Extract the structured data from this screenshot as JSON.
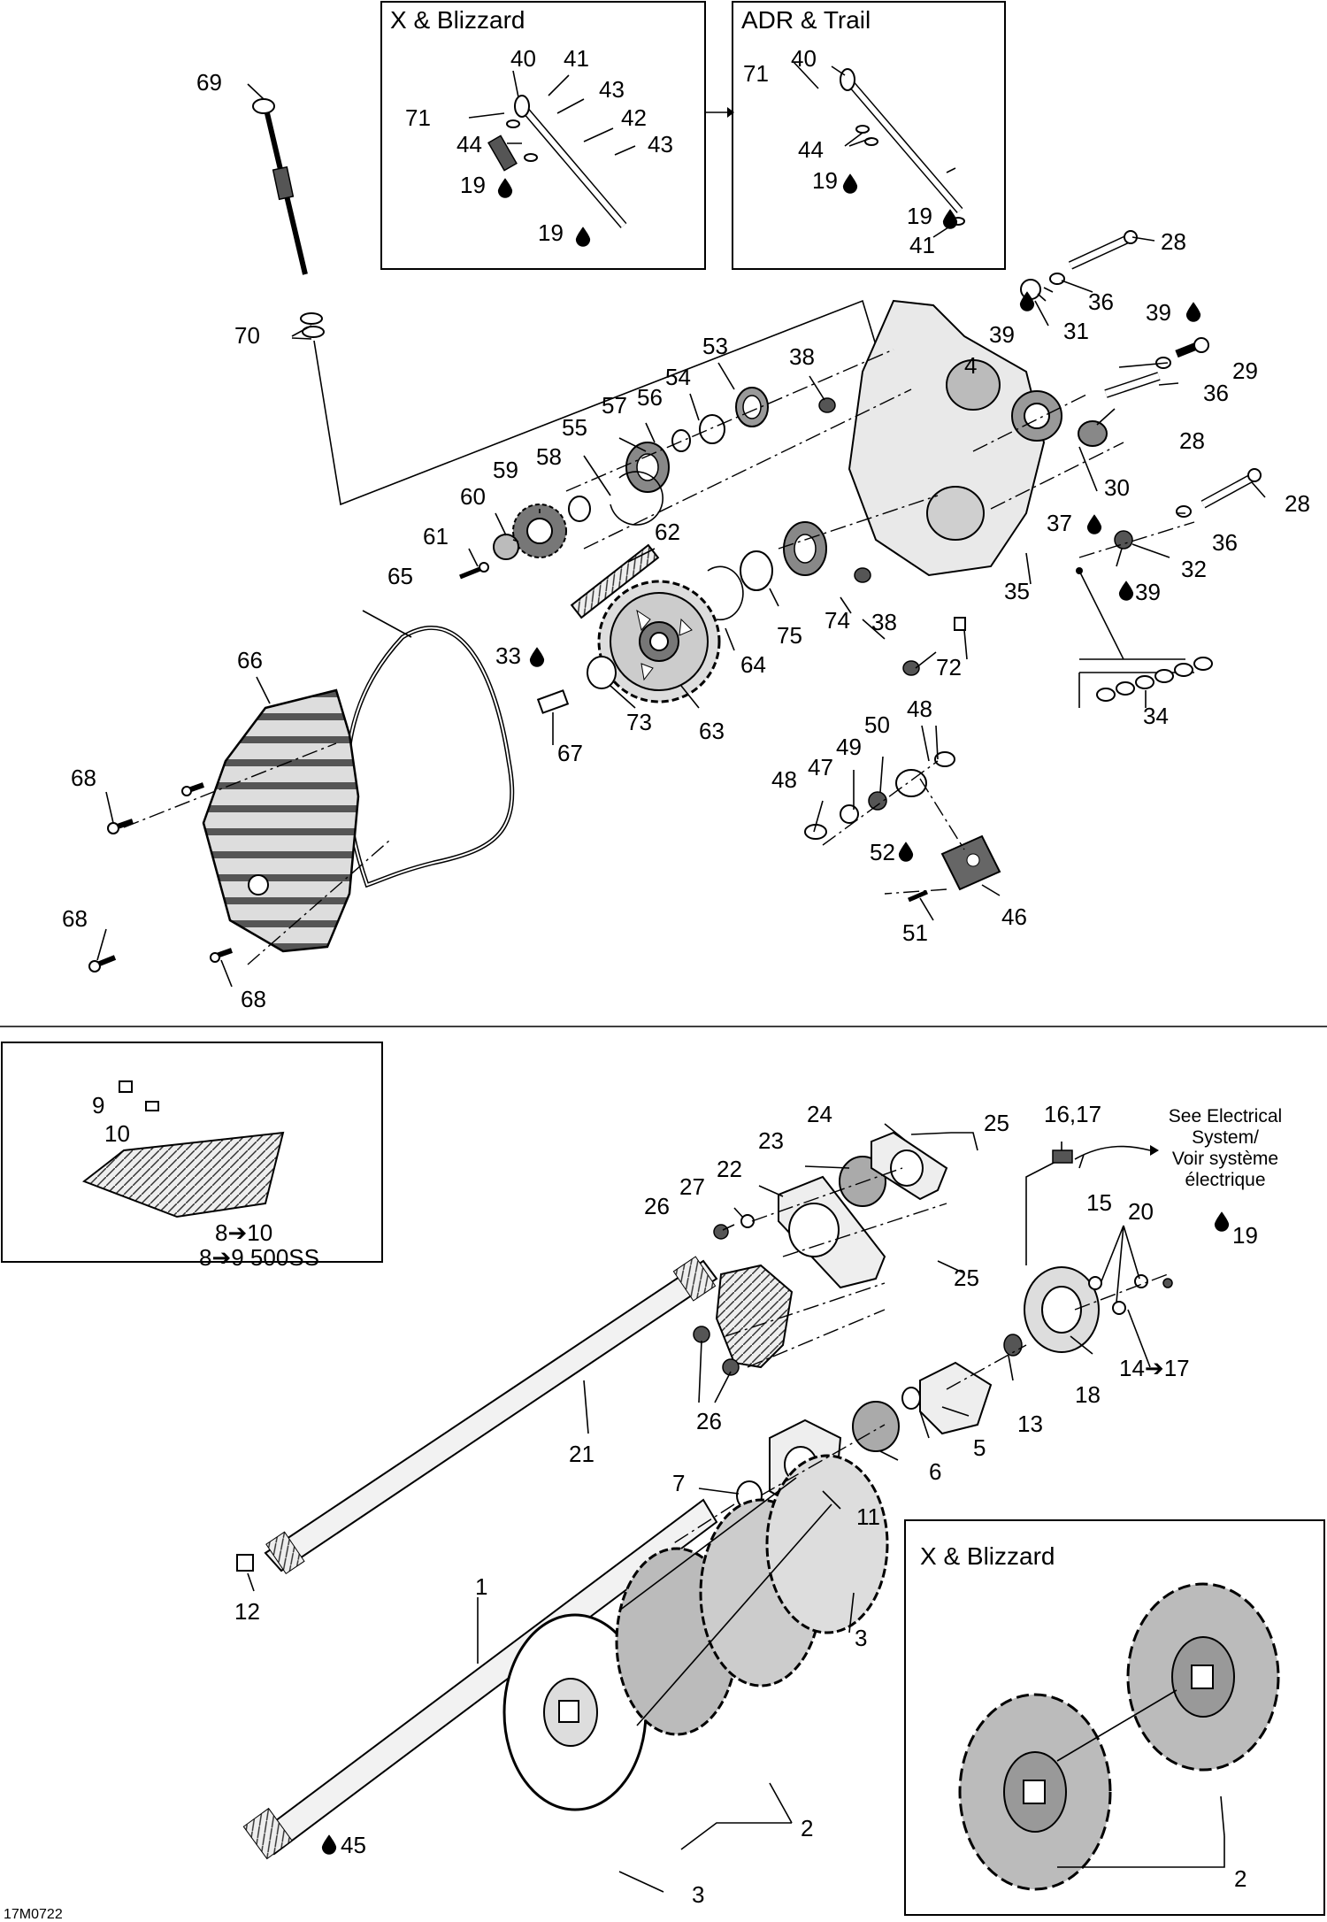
{
  "boxes": {
    "x_blizzard_top": "X & Blizzard",
    "adr_trail": "ADR & Trail",
    "x_blizzard_bottom": "X  & Blizzard"
  },
  "note": {
    "line1": "See Electrical",
    "line2": "System/",
    "line3": "Voir système",
    "line4": "électrique"
  },
  "drawing_code": "17M0722",
  "labels": {
    "l69": "69",
    "l70": "70",
    "xb_40": "40",
    "xb_41": "41",
    "xb_43a": "43",
    "xb_71": "71",
    "xb_42": "42",
    "xb_44": "44",
    "xb_43b": "43",
    "xb_19a": "19",
    "xb_19b": "19",
    "at_40": "40",
    "at_71": "71",
    "at_44": "44",
    "at_19a": "19",
    "at_19b": "19",
    "at_41": "41",
    "l28a": "28",
    "l36a": "36",
    "l39a": "39",
    "l31": "31",
    "l39b": "39",
    "l29": "29",
    "l36b": "36",
    "l4": "4",
    "l28b": "28",
    "l30": "30",
    "l28c": "28",
    "l53": "53",
    "l38a": "38",
    "l54": "54",
    "l57": "57",
    "l56": "56",
    "l55": "55",
    "l59": "59",
    "l58": "58",
    "l60": "60",
    "l61": "61",
    "l62": "62",
    "l37": "37",
    "l36c": "36",
    "l32": "32",
    "l39c": "39",
    "l65": "65",
    "l74": "74",
    "l38b": "38",
    "l35": "35",
    "l75": "75",
    "l64": "64",
    "l72": "72",
    "l34": "34",
    "l33": "33",
    "l66": "66",
    "l67": "67",
    "l73": "73",
    "l63": "63",
    "l48a": "48",
    "l50": "50",
    "l49": "49",
    "l47": "47",
    "l48b": "48",
    "l68a": "68",
    "l52": "52",
    "l46": "46",
    "l51": "51",
    "l68b": "68",
    "l68c": "68",
    "l9": "9",
    "l10": "10",
    "l8to10": "8➔10",
    "l8to9": "8➔9 500SS",
    "l24": "24",
    "l25a": "25",
    "l16_17": "16,17",
    "l23": "23",
    "l22": "22",
    "l27": "27",
    "l26a": "26",
    "l15": "15",
    "l20": "20",
    "l19": "19",
    "l25b": "25",
    "l14to17": "14➔17",
    "l18": "18",
    "l13": "13",
    "l26b": "26",
    "l5": "5",
    "l21": "21",
    "l6": "6",
    "l7": "7",
    "l11": "11",
    "l1": "1",
    "l12": "12",
    "l3a": "3",
    "l2a": "2",
    "l45": "45",
    "l3b": "3",
    "l2b": "2"
  },
  "icons": {
    "oil": "oil-drop-icon",
    "arrow": "right-arrow-glyph"
  }
}
